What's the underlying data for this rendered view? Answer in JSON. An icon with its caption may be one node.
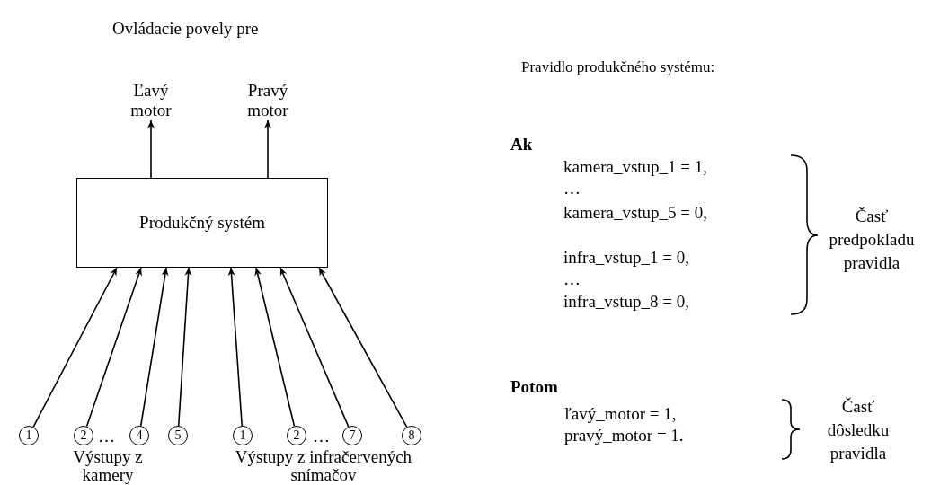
{
  "diagram": {
    "nodes": [
      {
        "text": [
          "Produkčný systém"
        ]
      },
      {
        "text": [
          "Ľavý motor"
        ]
      },
      {
        "text": [
          "Pravý motor"
        ]
      },
      {
        "text": [
          "1"
        ]
      },
      {
        "text": [
          "2"
        ]
      },
      {
        "text": [
          "4"
        ]
      },
      {
        "text": [
          "5"
        ]
      },
      {
        "text": [
          "1"
        ]
      },
      {
        "text": [
          "2"
        ]
      },
      {
        "text": [
          "7"
        ]
      },
      {
        "text": [
          "8"
        ]
      }
    ],
    "edges": [
      {
        "from": 0,
        "to": 1,
        "arrow": "to"
      },
      {
        "from": 0,
        "to": 2,
        "arrow": "to"
      },
      {
        "from": 3,
        "to": 0,
        "arrow": "to"
      },
      {
        "from": 4,
        "to": 0,
        "arrow": "to"
      },
      {
        "from": 5,
        "to": 0,
        "arrow": "to"
      },
      {
        "from": 6,
        "to": 0,
        "arrow": "to"
      },
      {
        "from": 7,
        "to": 0,
        "arrow": "to"
      },
      {
        "from": 8,
        "to": 0,
        "arrow": "to"
      },
      {
        "from": 9,
        "to": 0,
        "arrow": "to"
      },
      {
        "from": 10,
        "to": 0,
        "arrow": "to"
      }
    ],
    "labels": [
      "Ovládacie povely pre",
      "…",
      "…",
      "Výstupy z kamery",
      "Výstupy z infračervených snímačov",
      "Pravidlo produkčného systému:",
      "Ak",
      "kamera_vstup_1 =  1,",
      "…",
      "kamera_vstup_5 =  0,",
      "infra_vstup_1 =  0,",
      "…",
      "infra_vstup_8 =  0,",
      "Časť predpokladu pravidla",
      "Potom",
      "ľavý_motor = 1,",
      "pravý_motor = 1.",
      "Časť dôsledku pravidla"
    ]
  }
}
